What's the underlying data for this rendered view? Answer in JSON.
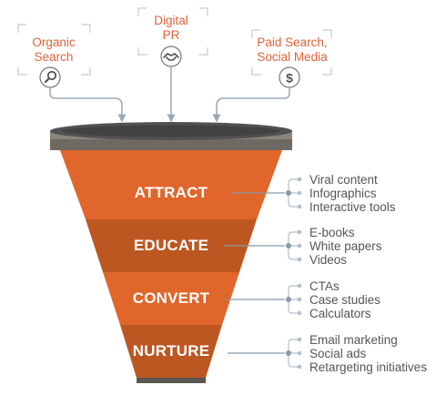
{
  "colors": {
    "accent": "#e0623a",
    "funnel_light": "#e0662b",
    "funnel_dark": "#bd5722",
    "rim": "#6e6a63",
    "icon_stroke": "#666666",
    "connector": "#9aa8b6"
  },
  "sources": [
    {
      "lines": [
        "Organic",
        "Search"
      ],
      "icon": "search-icon"
    },
    {
      "lines": [
        "Digital",
        "PR"
      ],
      "icon": "handshake-icon"
    },
    {
      "lines": [
        "Paid Search,",
        "Social Media"
      ],
      "icon": "dollar-icon"
    }
  ],
  "stages": [
    {
      "label": "ATTRACT",
      "items": [
        "Viral content",
        "Infographics",
        "Interactive tools"
      ]
    },
    {
      "label": "EDUCATE",
      "items": [
        "E-books",
        "White papers",
        "Videos"
      ]
    },
    {
      "label": "CONVERT",
      "items": [
        "CTAs",
        "Case studies",
        "Calculators"
      ]
    },
    {
      "label": "NURTURE",
      "items": [
        "Email marketing",
        "Social ads",
        "Retargeting initiatives"
      ]
    }
  ]
}
